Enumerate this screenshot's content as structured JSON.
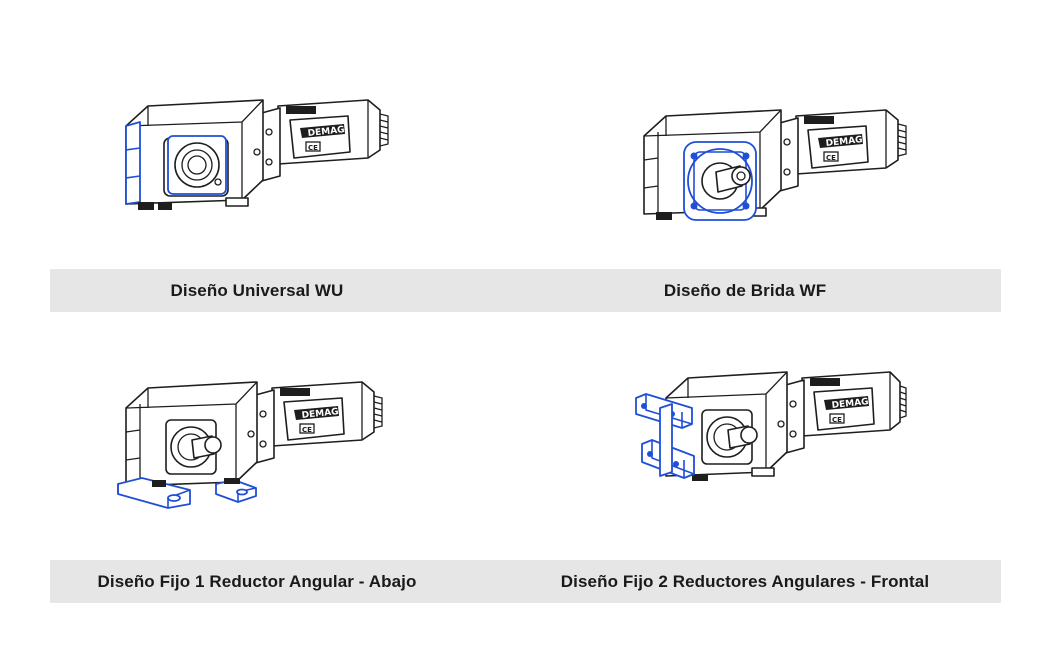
{
  "captions": {
    "universal": "Diseño Universal WU",
    "flange": "Diseño de Brida WF",
    "fixed_down": "Diseño Fijo 1 Reductor Angular - Abajo",
    "fixed_front": "Diseño Fijo 2 Reductores Angulares - Frontal"
  },
  "product": {
    "brand": "DEMAG",
    "mark": "CE"
  },
  "colors": {
    "band": "#e6e6e6",
    "highlight": "#1f4fd6",
    "outline": "#1e1e1e"
  }
}
